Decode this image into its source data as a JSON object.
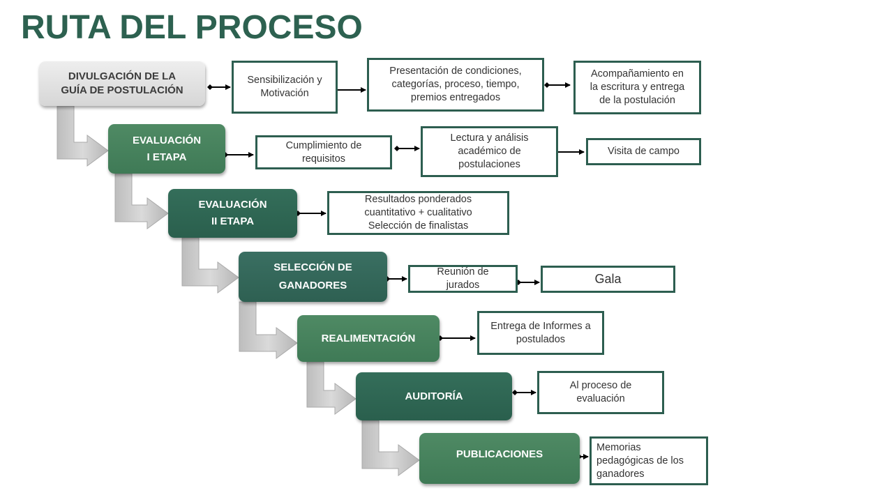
{
  "title": "RUTA DEL PROCESO",
  "colors": {
    "title": "#2d6150",
    "box_border": "#2d5e50",
    "arrow_gray": "#c8c8c8"
  },
  "stages": [
    {
      "label": "DIVULGACIÓN  DE LA\nGUÍA  DE POSTULACIÓN",
      "style": "gray"
    },
    {
      "label": "EVALUACIÓN\nI ETAPA",
      "style": "light-green"
    },
    {
      "label": "EVALUACIÓN\nII ETAPA",
      "style": "dark-green"
    },
    {
      "label": "SELECCIÓN  DE\nGANADORES",
      "style": "teal-green"
    },
    {
      "label": "REALIMENTACIÓN",
      "style": "light-green"
    },
    {
      "label": "AUDITORÍA",
      "style": "dark-green"
    },
    {
      "label": "PUBLICACIONES",
      "style": "light-green"
    }
  ],
  "steps": [
    {
      "text": "Sensibilización y\nMotivación"
    },
    {
      "text": "Presentación de condiciones,\ncategorías, proceso, tiempo,\npremios entregados"
    },
    {
      "text": "Acompañamiento en\nla escritura y entrega\nde la postulación"
    },
    {
      "text": "Cumplimiento de\nrequisitos"
    },
    {
      "text": "Lectura y análisis\nacadémico de\npostulaciones"
    },
    {
      "text": "Visita de campo"
    },
    {
      "text": "Resultados ponderados\ncuantitativo  + cualitativo\nSelección de finalistas"
    },
    {
      "text": "Reunión  de\njurados"
    },
    {
      "text": "Gala"
    },
    {
      "text": "Entrega de Informes  a\npostulados"
    },
    {
      "text": "Al proceso de\nevaluación"
    },
    {
      "text": "Memorias\npedagógicas de los\nganadores"
    }
  ]
}
